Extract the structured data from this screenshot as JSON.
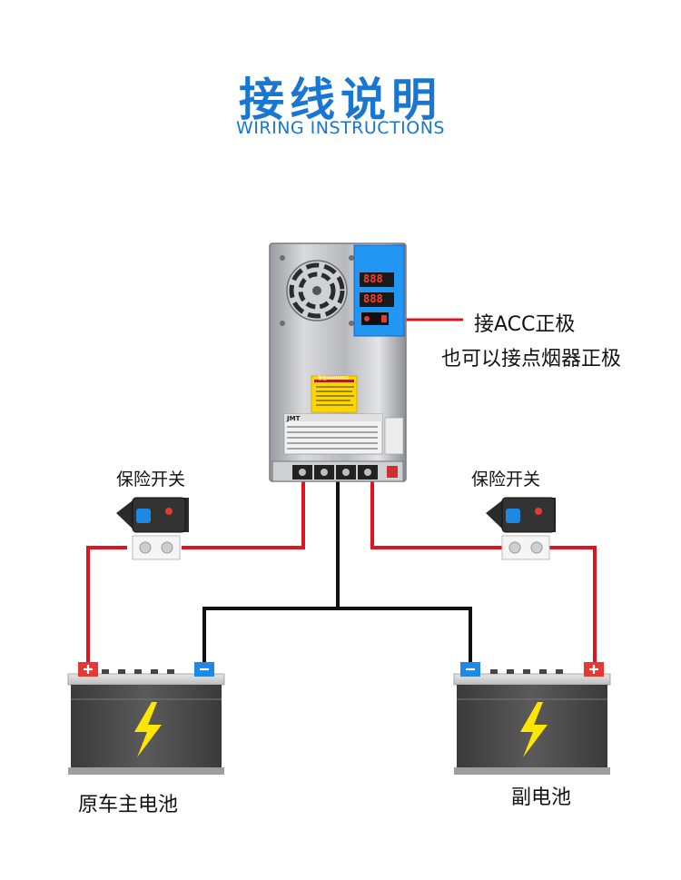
{
  "title": "接线说明",
  "subtitle": "WIRING INSTRUCTIONS",
  "acc_label_line1": "接ACC正极",
  "acc_label_line2": "也可以接点烟器正极",
  "fuse_left_label": "保险开关",
  "fuse_right_label": "保险开关",
  "battery_left_label": "原车主电池",
  "battery_right_label": "副电池",
  "device": {
    "brand": "JMT",
    "warning_label": "警告WARNING",
    "display_left": "888",
    "display_right": "888"
  },
  "colors": {
    "title_blue": "#1976d2",
    "positive_wire": "#e0141c",
    "negative_wire": "#111111",
    "positive_terminal": "#e53935",
    "negative_terminal": "#1e88e5",
    "panel_blue": "#2196f3"
  }
}
